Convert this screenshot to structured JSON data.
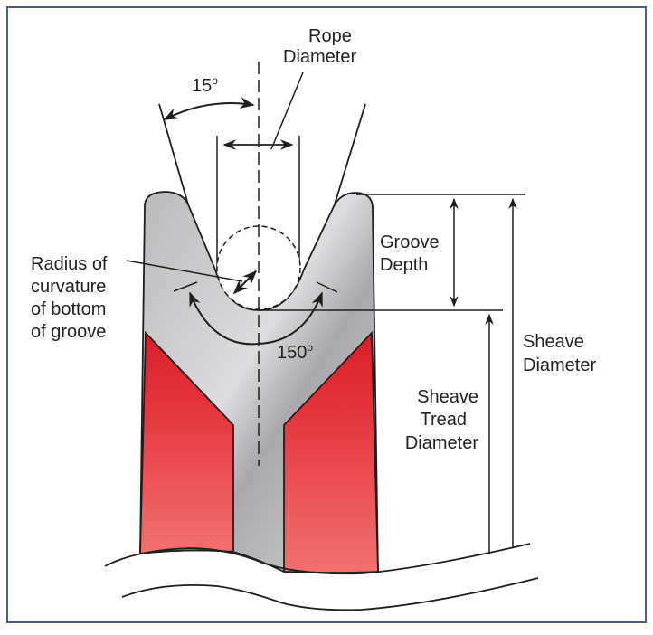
{
  "labels": {
    "rope_diameter": [
      "Rope",
      "Diameter"
    ],
    "angle_flank": "15",
    "radius": [
      "Radius of",
      "curvature",
      "of bottom",
      "of groove"
    ],
    "groove_depth": [
      "Groove",
      "Depth"
    ],
    "angle_bottom": "150",
    "sheave_diameter": [
      "Sheave",
      "Diameter"
    ],
    "sheave_tread_diameter": [
      "Sheave",
      "Tread",
      "Diameter"
    ],
    "degree_symbol": "o"
  },
  "colors": {
    "border": "#4a5e8c",
    "red": "#e8303a",
    "red_light": "#f27070",
    "gray": "#c4c4c6",
    "line": "#1e1e1e"
  }
}
